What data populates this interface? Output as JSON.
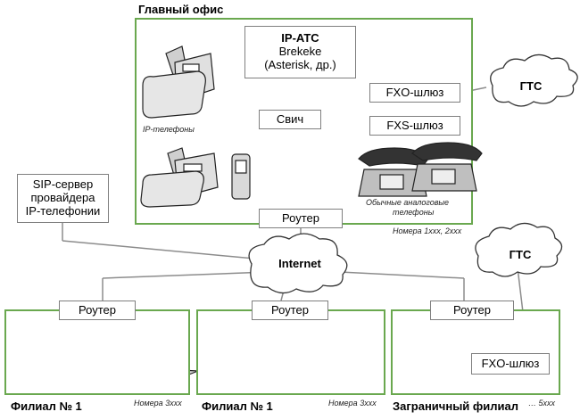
{
  "main_office": {
    "title": "Главный офис",
    "ipats": {
      "line1": "IP-ATC",
      "line2": "Brekeke",
      "line3": "(Asterisk, др.)"
    },
    "switch_label": "Свич",
    "fxo_label": "FXO-шлюз",
    "fxs_label": "FXS-шлюз",
    "router_label": "Роутер",
    "ip_phones_note": "IP-телефоны",
    "analog_note_line1": "Обычные аналоговые",
    "analog_note_line2": "телефоны",
    "numbers_note": "Номера 1ххх, 2ххх"
  },
  "pstn_top": "ГТС",
  "pstn_right": "ГТС",
  "internet_label": "Internet",
  "sip_server": {
    "line1": "SIP-сервер",
    "line2": "провайдера",
    "line3": "IP-телефонии"
  },
  "branch1": {
    "title": "Филиал № 1",
    "router_label": "Роутер"
  },
  "branch2": {
    "title": "Филиал № 1",
    "router_label": "Роутер",
    "numbers_note": "Номера 3ххх"
  },
  "branch1_numbers_note": "Номера 3ххх",
  "foreign_branch": {
    "title": "Заграничный филиал",
    "router_label": "Роутер",
    "fxo_label": "FXO-шлюз",
    "numbers_note": "… 5ххх"
  },
  "colors": {
    "zone_border": "#6aa84f",
    "line": "#8c8c8c",
    "device": "#d9d9d9"
  }
}
